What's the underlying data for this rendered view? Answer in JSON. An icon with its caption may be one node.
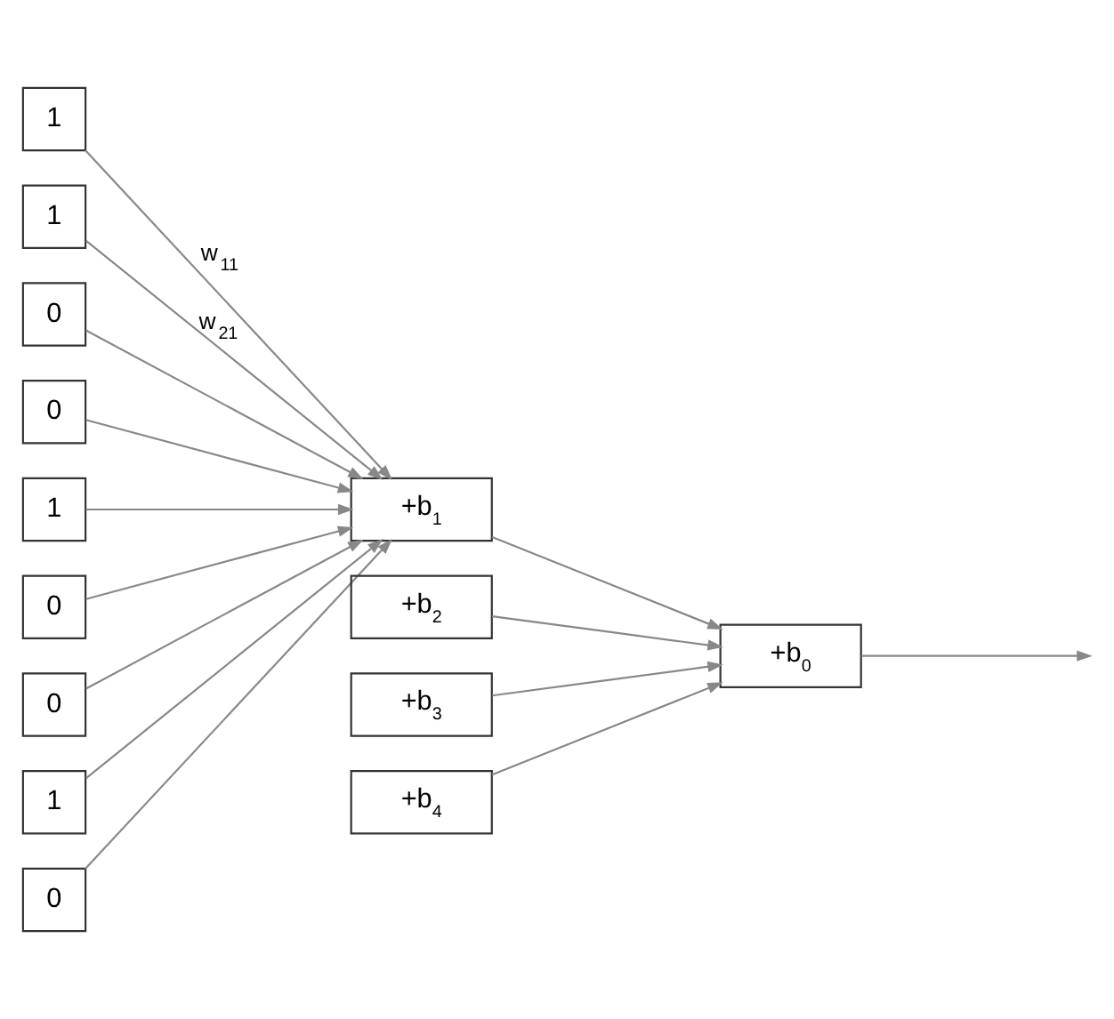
{
  "diagram": {
    "nodes": [
      {
        "text": [
          "1"
        ]
      },
      {
        "text": [
          "1"
        ]
      },
      {
        "text": [
          "0"
        ]
      },
      {
        "text": [
          "0"
        ]
      },
      {
        "text": [
          "1"
        ]
      },
      {
        "text": [
          "0"
        ]
      },
      {
        "text": [
          "0"
        ]
      },
      {
        "text": [
          "1"
        ]
      },
      {
        "text": [
          "0"
        ]
      },
      {
        "text": [
          "+b$_{1}$"
        ]
      },
      {
        "text": [
          "+b$_{2}$"
        ]
      },
      {
        "text": [
          "+b$_{3}$"
        ]
      },
      {
        "text": [
          "+b$_{4}$"
        ]
      },
      {
        "text": [
          "+b$_{0}$"
        ]
      }
    ],
    "edges": [
      {
        "from": 0,
        "to": 9,
        "arrow": "to",
        "label": "w$_{11}$"
      },
      {
        "from": 1,
        "to": 9,
        "arrow": "to",
        "label": "w$_{21}$"
      },
      {
        "from": 2,
        "to": 9,
        "arrow": "to"
      },
      {
        "from": 3,
        "to": 9,
        "arrow": "to"
      },
      {
        "from": 4,
        "to": 9,
        "arrow": "to"
      },
      {
        "from": 5,
        "to": 9,
        "arrow": "to"
      },
      {
        "from": 6,
        "to": 9,
        "arrow": "to"
      },
      {
        "from": 7,
        "to": 9,
        "arrow": "to"
      },
      {
        "from": 8,
        "to": 9,
        "arrow": "to"
      },
      {
        "from": 9,
        "to": 13,
        "arrow": "to"
      },
      {
        "from": 10,
        "to": 13,
        "arrow": "to"
      },
      {
        "from": 11,
        "to": 13,
        "arrow": "to"
      },
      {
        "from": 12,
        "to": 13,
        "arrow": "to"
      },
      {
        "from": 13,
        "to": null,
        "arrow": "to"
      }
    ]
  }
}
